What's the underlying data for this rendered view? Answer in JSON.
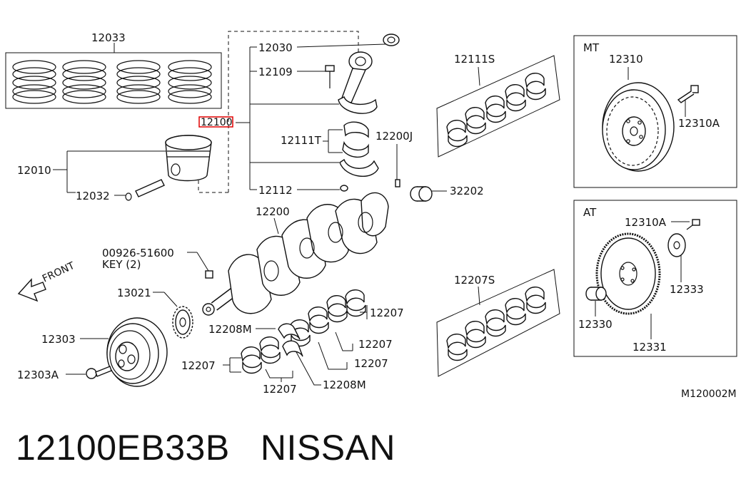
{
  "labels": {
    "rings": "12033",
    "con_rod_bushing": "12030",
    "con_rod_bolt": "12109",
    "con_rod_assy": "12100",
    "con_rod_bearing_top": "12111T",
    "con_rod_nut": "12112",
    "piston_assy": "12010",
    "piston_pin": "12032",
    "con_rod_bearing_set": "12111S",
    "pilot_bushing_hole": "12200J",
    "pilot_bushing": "32202",
    "crankshaft": "12200",
    "key_part": "00926-51600",
    "key_desc": "KEY (2)",
    "front": "FRONT",
    "sprocket": "13021",
    "pulley": "12303",
    "pulley_bolt": "12303A",
    "main_bearing_a": "12207",
    "main_bearing_b": "12207",
    "main_bearing_c": "12207",
    "main_bearing_d": "12207",
    "main_bearing_e": "12207",
    "thrust_washer_a": "12208M",
    "thrust_washer_b": "12208M",
    "main_bearing_set": "12207S",
    "mt_title": "MT",
    "mt_flywheel": "12310",
    "mt_bolt": "12310A",
    "at_title": "AT",
    "at_bolt": "12310A",
    "at_plate": "12333",
    "at_spacer": "12330",
    "at_drive_plate": "12331",
    "figure_code": "M120002M"
  },
  "caption": "12100EB33B   NISSAN",
  "highlight_color": "#e00000"
}
